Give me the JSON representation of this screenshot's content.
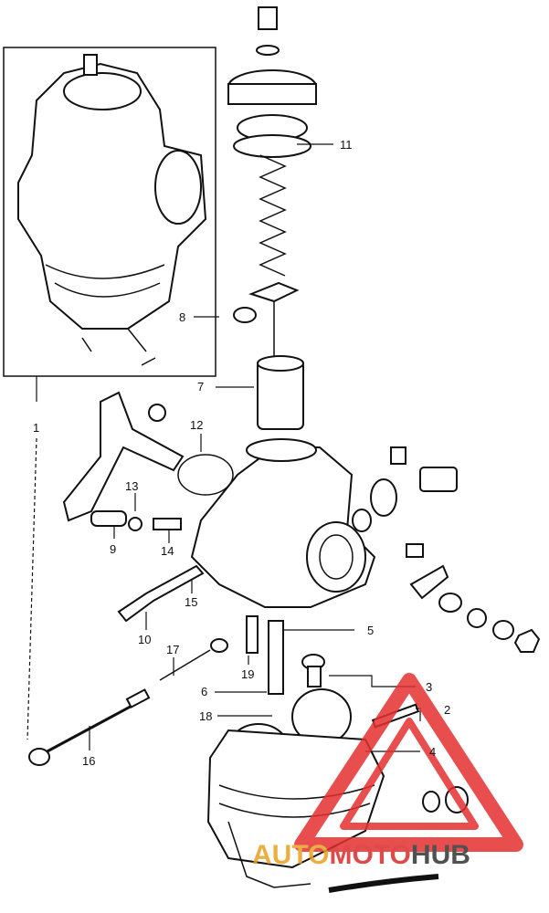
{
  "callouts": {
    "c1": "1",
    "c2": "2",
    "c3": "3",
    "c4": "4",
    "c5": "5",
    "c6": "6",
    "c7": "7",
    "c8": "8",
    "c9": "9",
    "c10": "10",
    "c11": "11",
    "c12": "12",
    "c13": "13",
    "c14": "14",
    "c15": "15",
    "c16": "16",
    "c17": "17",
    "c18": "18",
    "c19": "19"
  },
  "watermark": {
    "word_a": "AUTO",
    "word_b": "MOTO",
    "word_c": "HUB",
    "colors": {
      "auto": "#e8a020",
      "moto": "#d92b2b",
      "hub": "#333333",
      "triangle": "#e53030"
    }
  }
}
